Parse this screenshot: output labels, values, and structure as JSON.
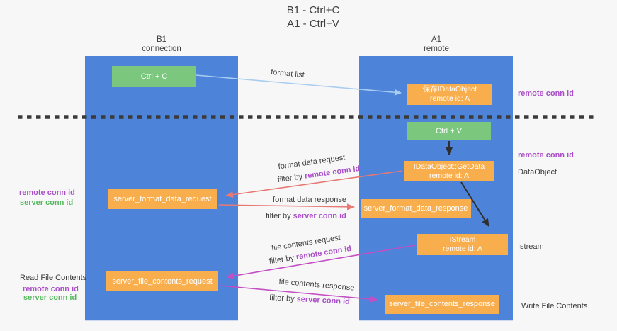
{
  "title": {
    "line1": "B1 - Ctrl+C",
    "line2": "A1 - Ctrl+V"
  },
  "lanes": {
    "left": {
      "title": "B1",
      "subtitle": "connection"
    },
    "right": {
      "title": "A1",
      "subtitle": "remote"
    }
  },
  "nodes": {
    "ctrl_c": {
      "label": "Ctrl + C"
    },
    "save_dataobject": {
      "line1": "保存IDataObject",
      "line2": "remote id: A"
    },
    "ctrl_v": {
      "label": "Ctrl + V"
    },
    "getdata": {
      "line1": "IDataObject::GetData",
      "line2": "remote id: A"
    },
    "format_request": {
      "label": "server_format_data_request"
    },
    "format_response": {
      "label": "server_format_data_response"
    },
    "istream": {
      "line1": "IStream",
      "line2": "remote id: A"
    },
    "file_request": {
      "label": "server_file_contents_request"
    },
    "file_response": {
      "label": "server_file_contents_response"
    }
  },
  "edges": {
    "format_list": {
      "label": "format list"
    },
    "format_data_request": {
      "label": "format data request",
      "filter_prefix": "filter by ",
      "filter_key": "remote conn id"
    },
    "format_data_response": {
      "label": "format data response",
      "filter_prefix": "filter by ",
      "filter_key": "server conn id"
    },
    "file_contents_request": {
      "label": "file contents request",
      "filter_prefix": "filter by ",
      "filter_key": "remote conn id"
    },
    "file_contents_response": {
      "label": "file contents response",
      "filter_prefix": "filter by ",
      "filter_key": "server conn id"
    }
  },
  "annotations": {
    "left_format": {
      "remote": "remote conn id",
      "server": "server conn id"
    },
    "left_file": {
      "title": "Read File Contents",
      "remote": "remote conn id",
      "server": "server conn id"
    },
    "right_clipboard": {
      "remote": "remote conn id"
    },
    "right_paste": {
      "remote": "remote conn id",
      "object": "DataObject"
    },
    "right_istream": {
      "label": "Istream"
    },
    "right_write": {
      "label": "Write File Contents"
    }
  },
  "colors": {
    "background": "#f7f7f8",
    "lane_blue": "#4d84da",
    "box_orange": "#f9ae4e",
    "box_green": "#7bc77e",
    "purple_text": "#ab4fc8",
    "green_text": "#55b85c",
    "arrow_red": "#e87874",
    "arrow_magenta": "#c44ec4",
    "arrow_light_blue": "#a8cdf0",
    "arrow_black": "#2f2f2f",
    "dashed_line": "#3a3a3a"
  }
}
